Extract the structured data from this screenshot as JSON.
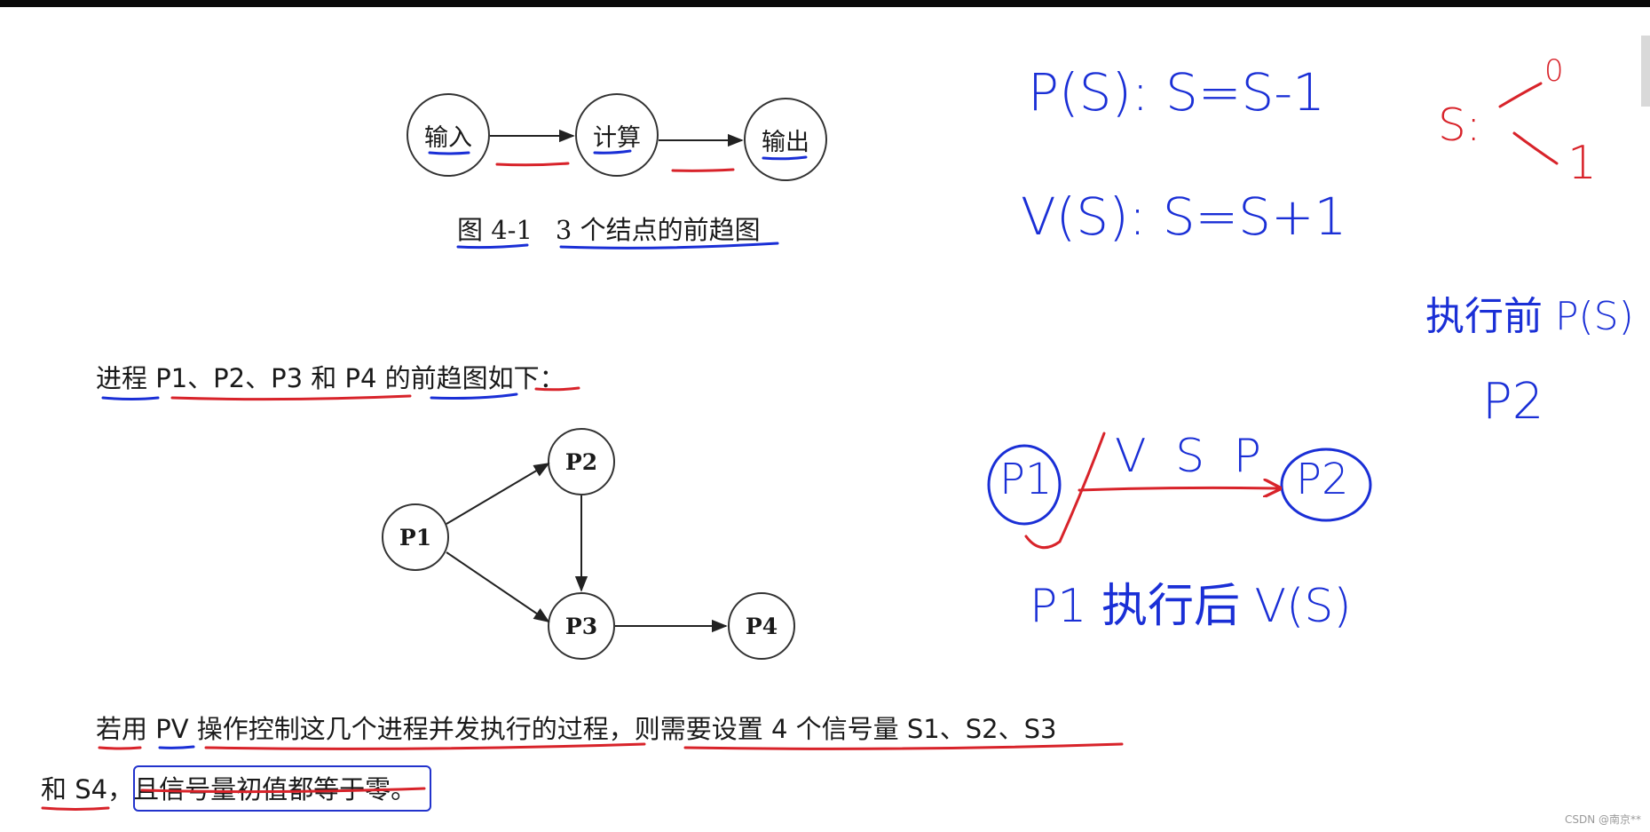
{
  "figure1": {
    "nodes": [
      "输入",
      "计算",
      "输出"
    ],
    "caption_num": "图 4-1",
    "caption_text": "3 个结点的前趋图"
  },
  "intro": "进程 P1、P2、P3 和 P4 的前趋图如下：",
  "figure2": {
    "nodes": [
      "P1",
      "P2",
      "P3",
      "P4"
    ]
  },
  "paragraph": {
    "line1": "若用 PV 操作控制这几个进程并发执行的过程，则需要设置 4 个信号量 S1、S2、S3",
    "line2": "和 S4，且信号量初值都等于零。"
  },
  "notes": {
    "p_def": "P(S): S=S-1",
    "v_def": "V(S): S=S+1",
    "s_branch": {
      "s": "S:",
      "a": "0",
      "b": "1"
    },
    "exec_before": "执行前 P(S)",
    "p2": "P2",
    "diagram": {
      "from": "P1",
      "to": "P2",
      "label": "V S P"
    },
    "after": "P1 执行后 V(S)"
  },
  "colors": {
    "blue": "#1a2fd6",
    "red": "#d8232a",
    "text": "#1a1a1a"
  },
  "footer": "CSDN @南京**"
}
